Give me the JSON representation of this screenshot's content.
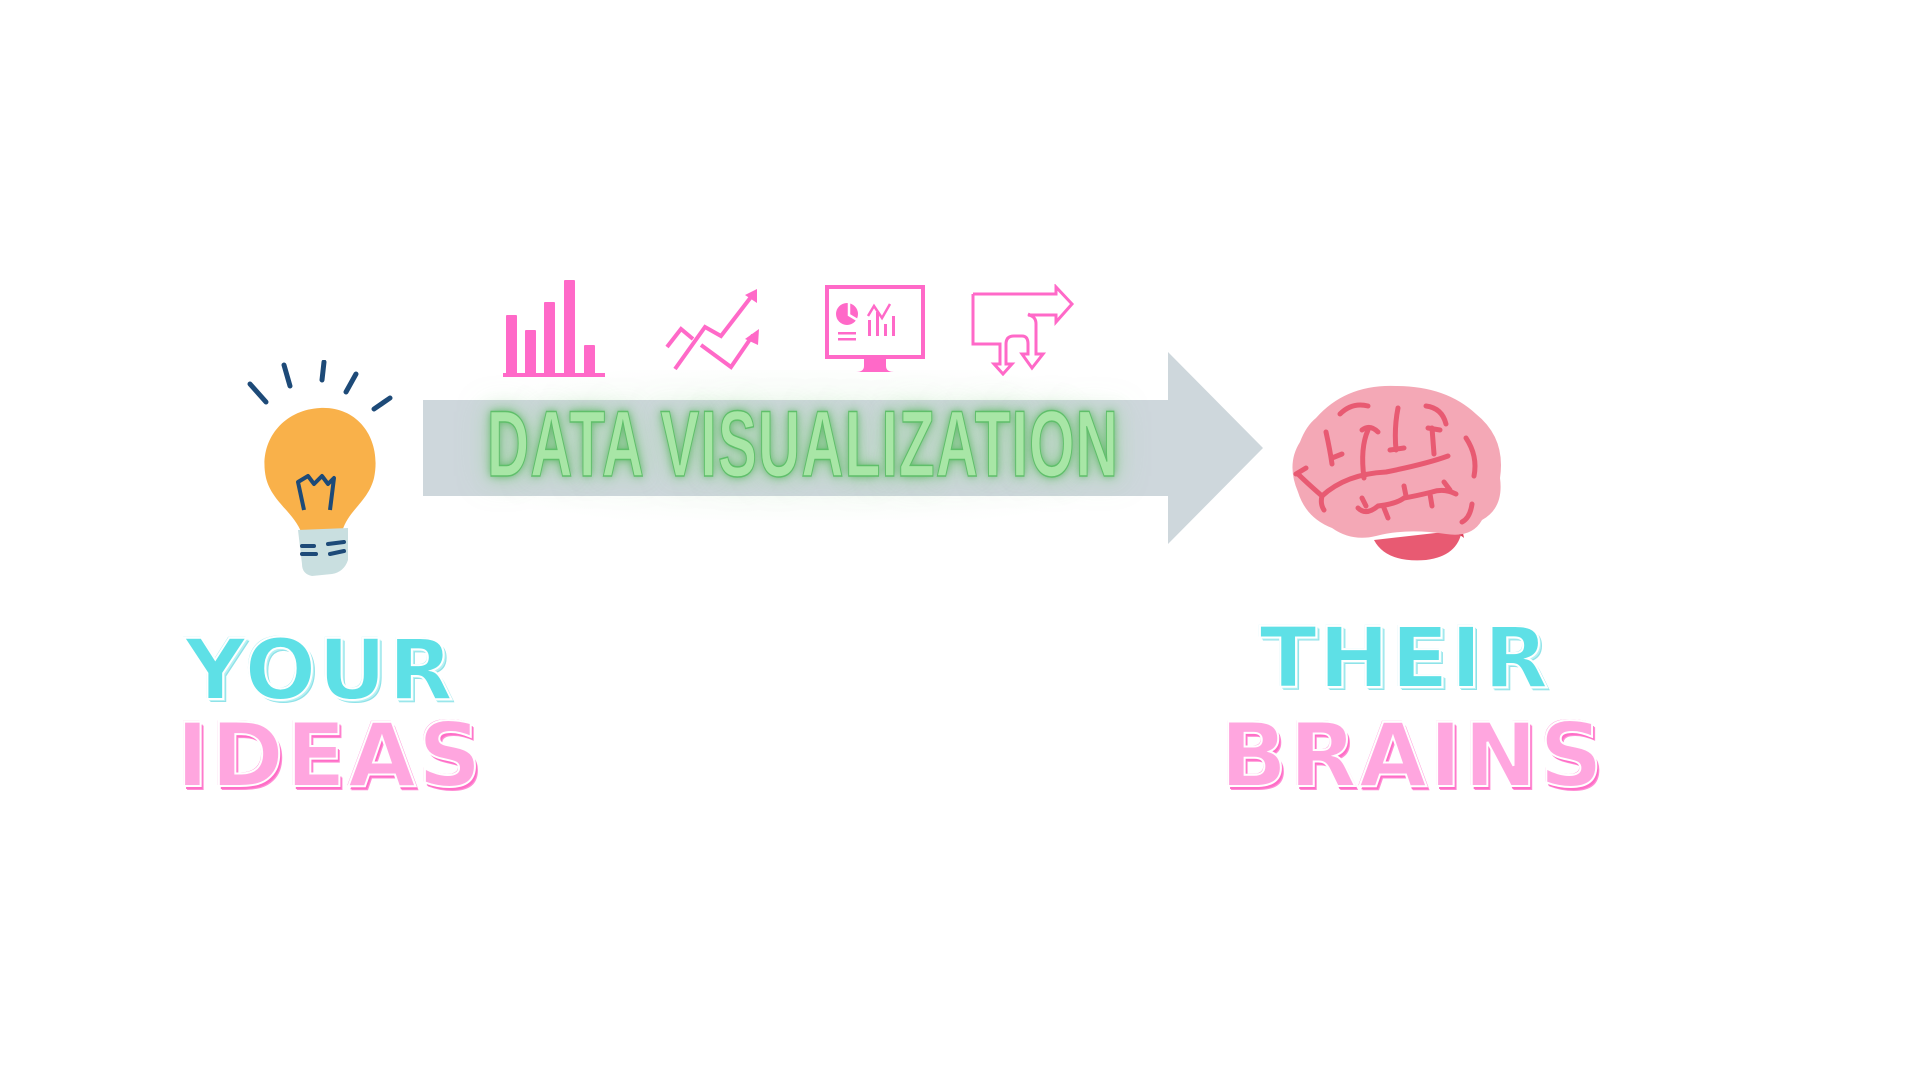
{
  "diagram": {
    "center_label": "DATA VISUALIZATION",
    "left": {
      "line1": "YOUR",
      "line2": "IDEAS",
      "icon": "lightbulb-icon"
    },
    "right": {
      "line1": "THEIR",
      "line2": "BRAINS",
      "icon": "brain-icon"
    },
    "icons_row": [
      "bar-chart-icon",
      "trend-lines-icon",
      "dashboard-monitor-icon",
      "split-arrows-icon"
    ],
    "colors": {
      "arrow": "#ced7dc",
      "label_green": "#a8e6a6",
      "icon_pink": "#ff69c8",
      "cyan_text": "#5ee0e6",
      "pink_text": "#ffa6df",
      "bulb": "#f9b14a",
      "bulb_base": "#c9dfe0",
      "bulb_lines": "#1d4a78",
      "brain": "#f4a8b6",
      "brain_lines": "#e85a72"
    }
  }
}
